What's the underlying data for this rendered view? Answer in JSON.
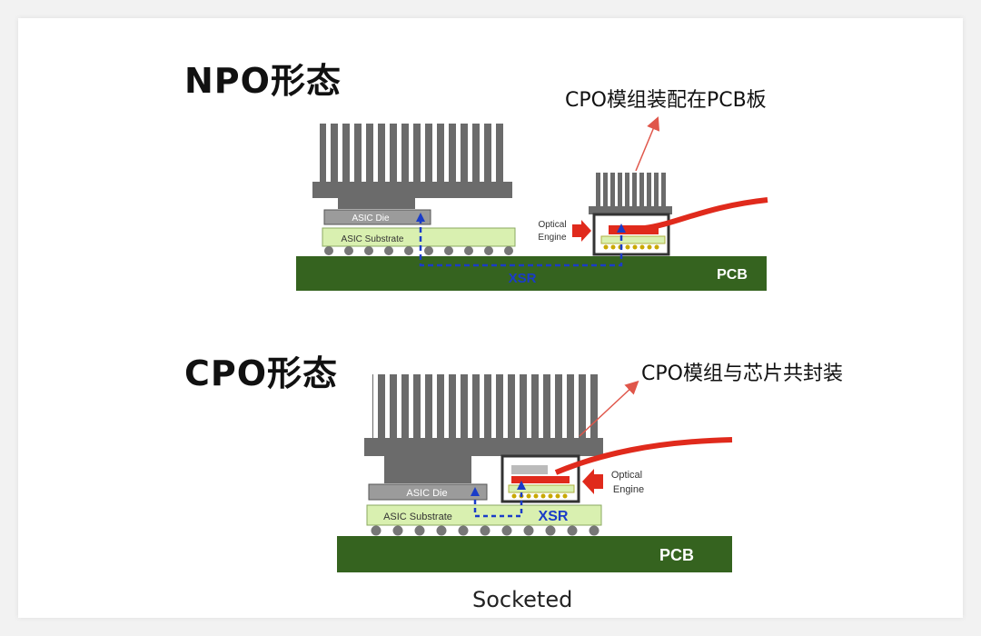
{
  "npo": {
    "title": "NPO形态",
    "callout": "CPO模组装配在PCB板",
    "asic_die": "ASIC Die",
    "asic_substrate": "ASIC Substrate",
    "optical_engine_line1": "Optical",
    "optical_engine_line2": "Engine",
    "xsr": "XSR",
    "pcb": "PCB"
  },
  "cpo": {
    "title": "CPO形态",
    "callout": "CPO模组与芯片共封装",
    "asic_die": "ASIC Die",
    "asic_substrate": "ASIC Substrate",
    "optical_engine_line1": "Optical",
    "optical_engine_line2": "Engine",
    "xsr": "XSR",
    "pcb": "PCB"
  },
  "caption": "Socketed",
  "colors": {
    "pcb": "#35631f",
    "pcb_text": "#ffffff",
    "heatsink": "#6b6b6b",
    "asic_die": "#9b9b9b",
    "substrate": "#d9f0b0",
    "xsr_path": "#1a3cc8",
    "fiber": "#e02a1c",
    "arrow": "#e0564a"
  }
}
